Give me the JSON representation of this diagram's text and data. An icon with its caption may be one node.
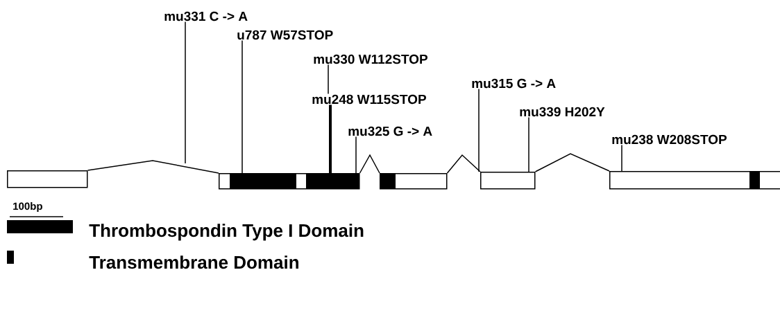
{
  "diagram": {
    "nodes": [
      {
        "text": [
          "mu331 C -> A"
        ]
      },
      {
        "text": [
          "u787 W57STOP"
        ]
      },
      {
        "text": [
          "mu330 W112STOP"
        ]
      },
      {
        "text": [
          "mu248 W115STOP"
        ]
      },
      {
        "text": [
          "mu325 G -> A"
        ]
      },
      {
        "text": [
          "mu315 G -> A"
        ]
      },
      {
        "text": [
          "mu339 H202Y"
        ]
      },
      {
        "text": [
          "mu238 W208STOP"
        ]
      },
      {
        "text": [],
        "shape": "box"
      },
      {
        "text": [],
        "shape": "box"
      },
      {
        "text": [],
        "shape": "box"
      },
      {
        "text": [],
        "shape": "box"
      },
      {
        "text": [],
        "shape": "box"
      }
    ],
    "edges": [
      {
        "from": 0,
        "to": null,
        "arrow": "none"
      },
      {
        "from": 1,
        "to": 9,
        "arrow": "none"
      },
      {
        "from": 2,
        "to": 3,
        "arrow": "none"
      },
      {
        "from": 3,
        "to": 9,
        "arrow": "none",
        "style": "thick"
      },
      {
        "from": 4,
        "to": 9,
        "arrow": "none"
      },
      {
        "from": 5,
        "to": 11,
        "arrow": "none"
      },
      {
        "from": 6,
        "to": 11,
        "arrow": "none"
      },
      {
        "from": 7,
        "to": 12,
        "arrow": "none"
      },
      {
        "from": 8,
        "to": 9,
        "arrow": "none"
      },
      {
        "from": 9,
        "to": 10,
        "arrow": "none"
      },
      {
        "from": 10,
        "to": 11,
        "arrow": "none"
      },
      {
        "from": 11,
        "to": 12,
        "arrow": "none"
      }
    ],
    "labels": [
      "100bp"
    ],
    "legend": [
      {
        "text": "Thrombospondin Type I Domain",
        "color": "#000000"
      },
      {
        "text": "Transmembrane Domain",
        "color": "#000000"
      }
    ]
  }
}
